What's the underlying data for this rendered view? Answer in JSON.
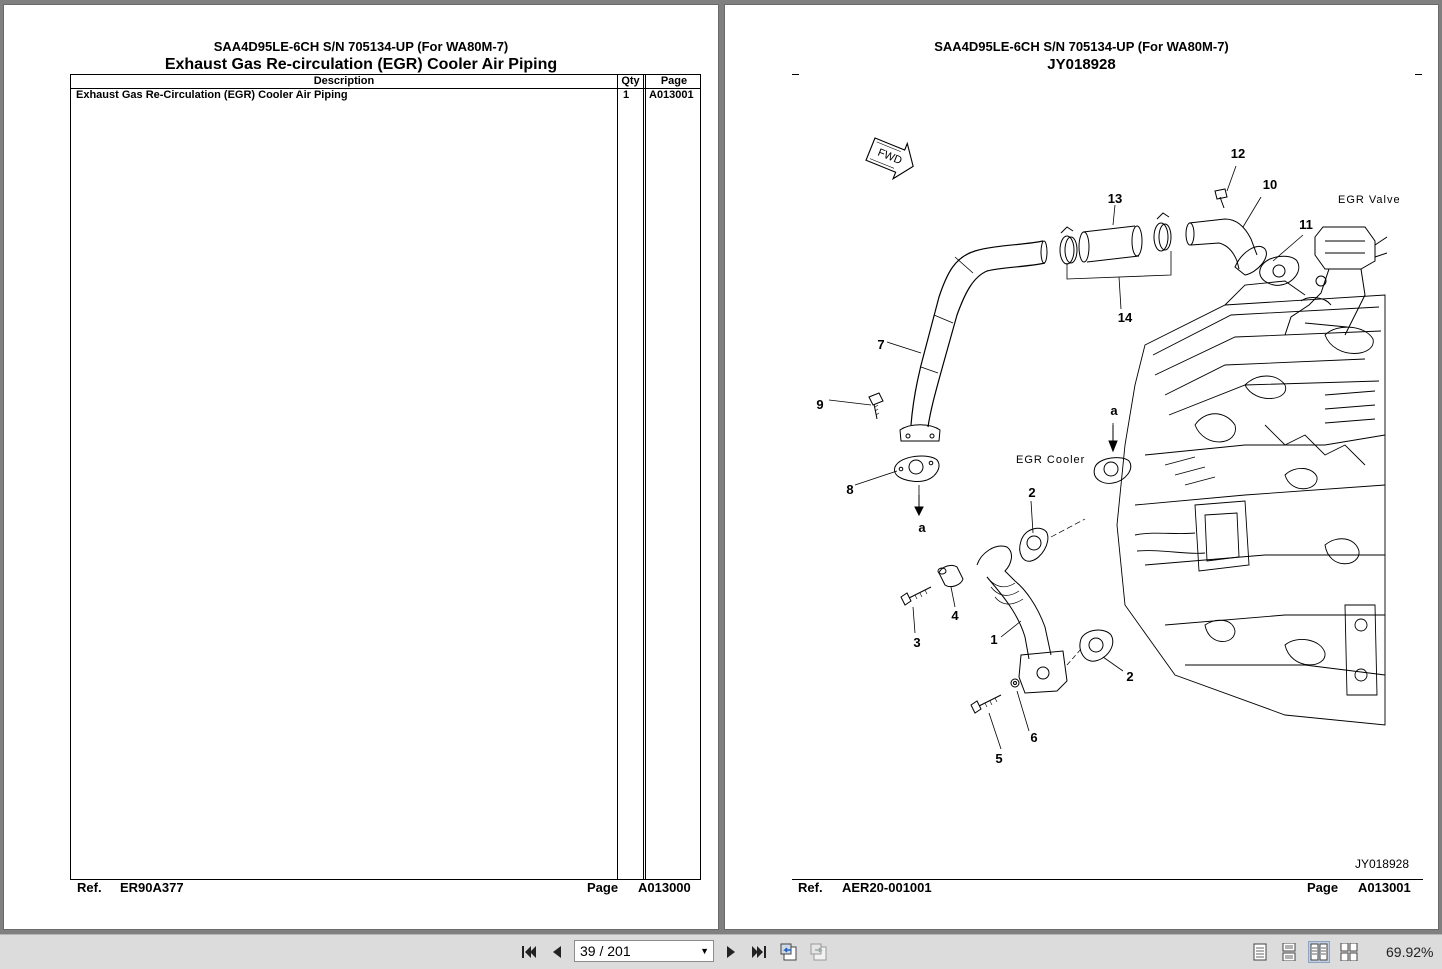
{
  "left_page": {
    "model_line": "SAA4D95LE-6CH S/N 705134-UP (For WA80M-7)",
    "title": "Exhaust Gas Re-circulation (EGR) Cooler Air Piping",
    "table": {
      "headers": {
        "description": "Description",
        "qty": "Qty",
        "page": "Page"
      },
      "rows": [
        {
          "description": "Exhaust Gas Re-Circulation (EGR) Cooler Air Piping",
          "qty": "1",
          "page": "A013001"
        }
      ]
    },
    "footer": {
      "ref_label": "Ref.",
      "ref_value": "ER90A377",
      "page_label": "Page",
      "page_value": "A013000"
    }
  },
  "right_page": {
    "model_line": "SAA4D95LE-6CH S/N 705134-UP (For WA80M-7)",
    "drawing_id": "JY018928",
    "diagram": {
      "fwd_label": "FWD",
      "egr_valve_label": "EGR Valve",
      "egr_cooler_label": "EGR Cooler",
      "callouts": [
        "12",
        "10",
        "11",
        "13",
        "14",
        "7",
        "9",
        "8",
        "a",
        "a",
        "2",
        "4",
        "3",
        "1",
        "2",
        "6",
        "5"
      ],
      "corner_code": "JY018928"
    },
    "footer": {
      "ref_label": "Ref.",
      "ref_value": "AER20-001001",
      "page_label": "Page",
      "page_value": "A013001"
    }
  },
  "toolbar": {
    "page_current": "39",
    "page_total": "201",
    "page_display": "39 / 201",
    "zoom": "69.92%",
    "icons": [
      "first-page-icon",
      "previous-page-icon",
      "next-page-icon",
      "last-page-icon",
      "go-back-view-icon",
      "go-forward-view-icon",
      "single-page-icon",
      "continuous-page-icon",
      "two-up-icon",
      "two-up-continuous-icon"
    ]
  }
}
